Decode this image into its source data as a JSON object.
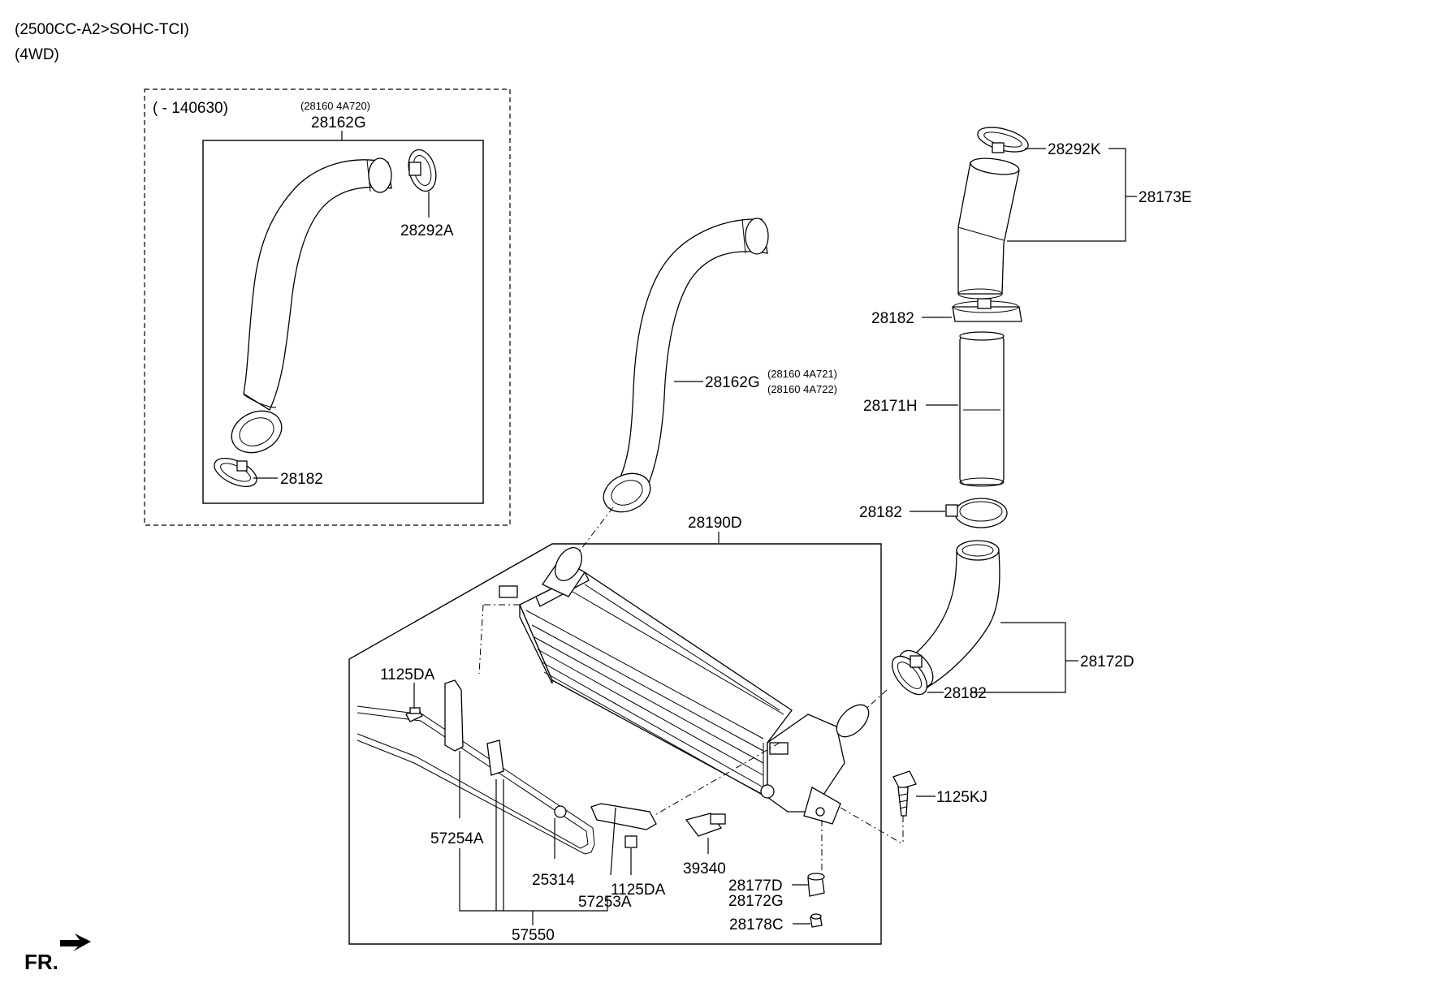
{
  "header": {
    "engine": "(2500CC-A2>SOHC-TCI)",
    "drive": "(4WD)"
  },
  "date_range": "( - 140630)",
  "footer": {
    "front_indicator": "FR."
  },
  "labels": {
    "hose_upper_left": "28162G",
    "hose_upper_left_ref": "(28160 4A720)",
    "clamp_28292A": "28292A",
    "clamp_left_lower": "28182",
    "hose_center": "28162G",
    "hose_center_ref_1": "(28160 4A721)",
    "hose_center_ref_2": "(28160 4A722)",
    "clamp_28292K": "28292K",
    "assy_28173E": "28173E",
    "clamp_right_1": "28182",
    "pipe_28171H": "28171H",
    "clamp_right_2": "28182",
    "hose_28172D": "28172D",
    "clamp_right_3": "28182",
    "intercooler_28190D": "28190D",
    "bolt_1125DA_upper": "1125DA",
    "bracket_57254A": "57254A",
    "bolt_25314": "25314",
    "bolt_1125DA_lower": "1125DA",
    "bracket_57253A": "57253A",
    "hose_assy_57550": "57550",
    "sensor_39340": "39340",
    "bolt_1125KJ": "1125KJ",
    "insulator_28177D": "28177D",
    "insulator_28172G": "28172G",
    "collar_28178C": "28178C"
  }
}
